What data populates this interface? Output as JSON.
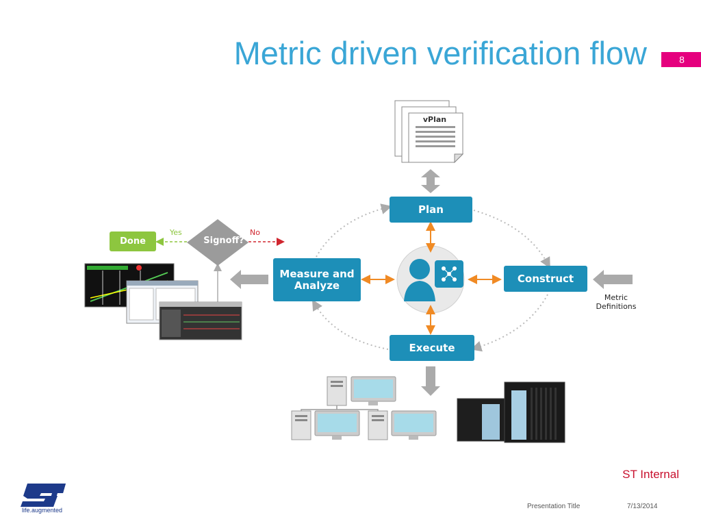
{
  "slide": {
    "title": "Metric driven verification flow",
    "page_number": "8"
  },
  "diagram": {
    "vplan_label": "vPlan",
    "nodes": {
      "plan": "Plan",
      "construct": "Construct",
      "execute": "Execute",
      "measure": "Measure and Analyze"
    },
    "decision": "Signoff?",
    "done": "Done",
    "yes": "Yes",
    "no": "No",
    "metric_definitions": "Metric Definitions"
  },
  "footer": {
    "classification": "ST Internal",
    "presentation_title": "Presentation Title",
    "date": "7/13/2014",
    "logo_tagline": "life.augmented"
  },
  "colors": {
    "title": "#3aa6d6",
    "node": "#1d8fb8",
    "accent_arrow": "#f08a24",
    "done": "#8dc63f",
    "badge": "#e5007e",
    "classification": "#c8102e"
  }
}
